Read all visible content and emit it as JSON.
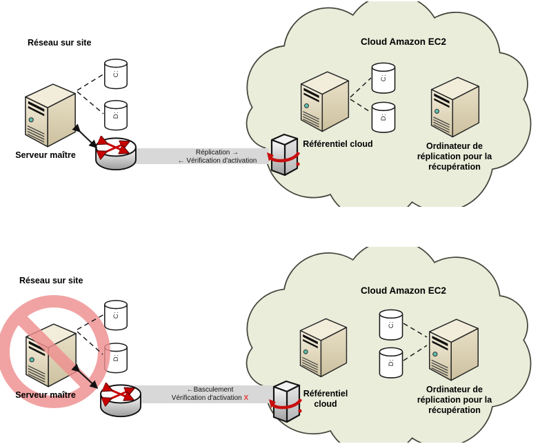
{
  "colors": {
    "cloud_fill": "#e9edda",
    "cloud_stroke": "#45453c",
    "band_gray": "#d8d8d8",
    "arrow_red": "#c80000",
    "prohibition_pink": "#ef8f8f",
    "failed_x_red": "#e23a3a",
    "server_beige": "#ddd3b6"
  },
  "top": {
    "site_label": "Réseau sur site",
    "master_server_label": "Serveur maître",
    "disk_c_label": "C:",
    "disk_d_label": "D:",
    "band": {
      "line1": "Réplication →",
      "line2": "← Vérification d'activation"
    },
    "cloud_title": "Cloud Amazon EC2",
    "cloud_repo_label": "Référentiel cloud",
    "cloud_disk_c_label": "C:",
    "cloud_disk_d_label": "D:",
    "recovery_server_label": "Ordinateur de réplication pour la récupération"
  },
  "bottom": {
    "site_label": "Réseau sur site",
    "master_server_label": "Serveur maître",
    "disk_c_label": "C:",
    "disk_d_label": "D:",
    "band": {
      "line1": "←Basculement",
      "line2": "Vérification d'activation",
      "failed_mark": "X"
    },
    "cloud_title": "Cloud Amazon EC2",
    "cloud_repo_label": "Référentiel cloud",
    "cloud_disk_c_label": "C:",
    "cloud_disk_d_label": "D:",
    "recovery_server_label": "Ordinateur de réplication pour la récupération"
  }
}
